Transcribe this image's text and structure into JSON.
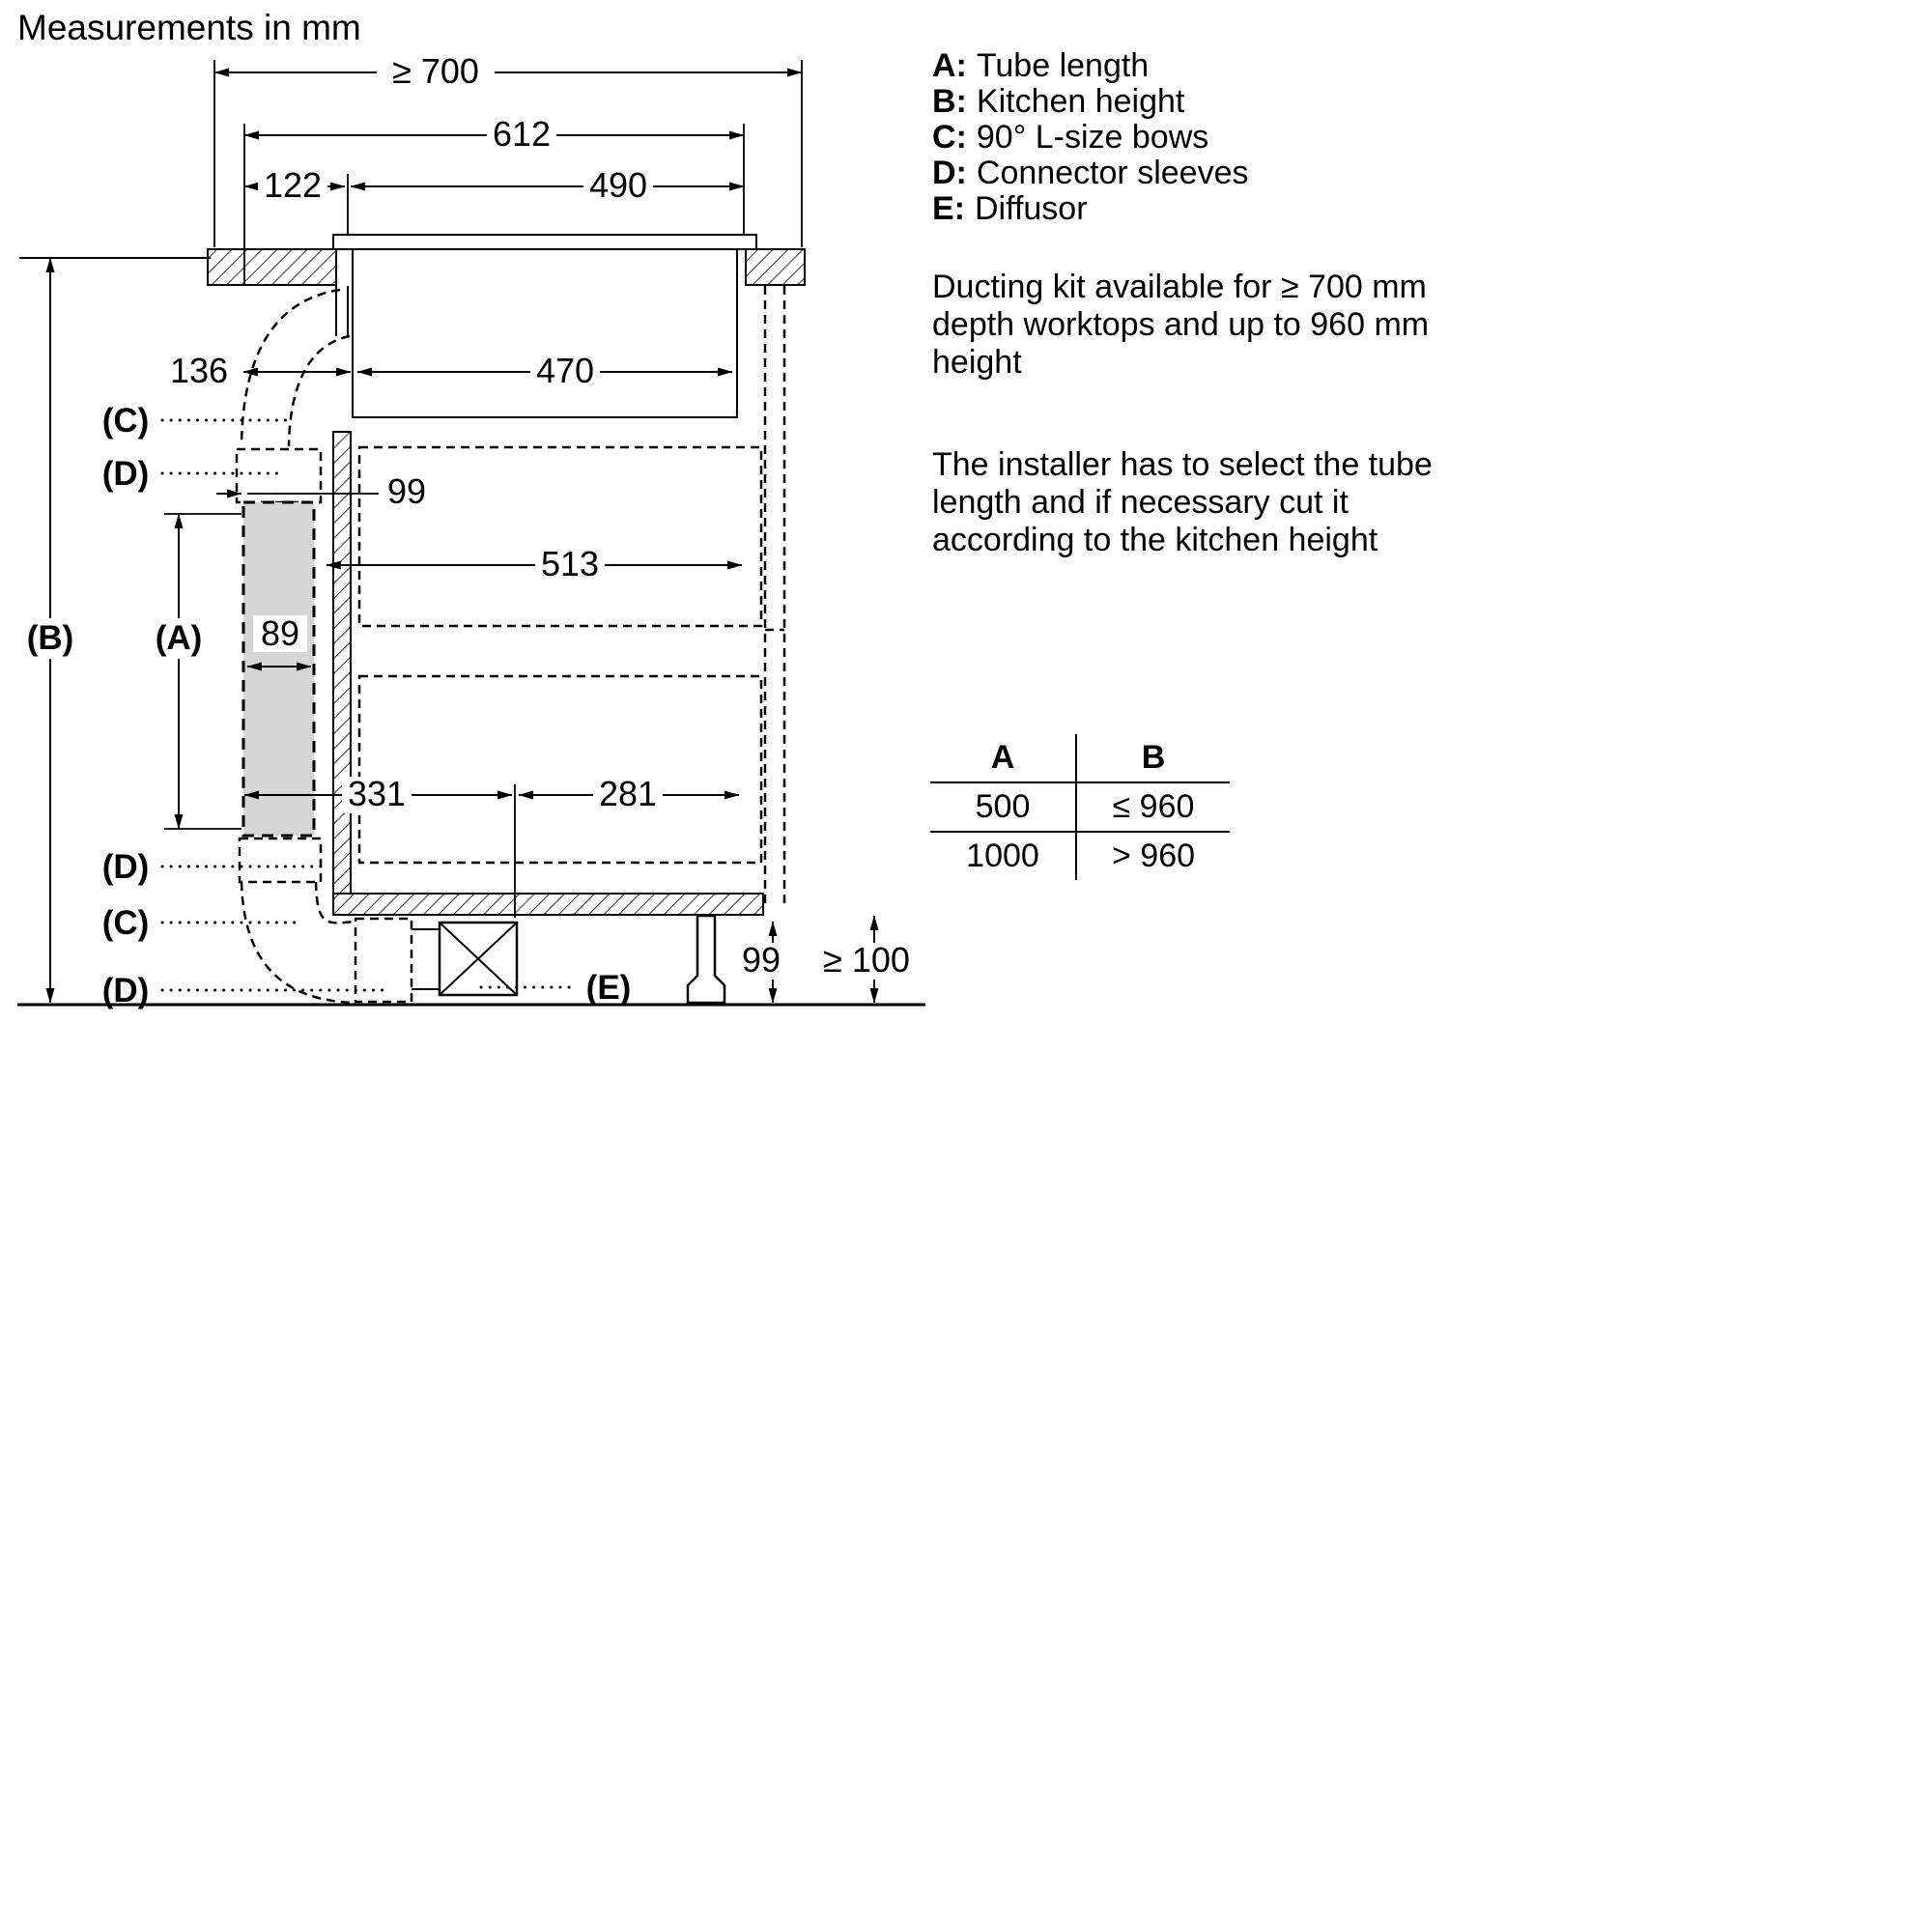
{
  "title": "Measurements in mm",
  "diagram": {
    "dims": {
      "depth_min": "≥ 700",
      "d612": "612",
      "d122": "122",
      "d490": "490",
      "d136": "136",
      "d470": "470",
      "d99_top": "99",
      "d513": "513",
      "d89": "89",
      "d331": "331",
      "d281": "281",
      "d99_bottom": "99",
      "clearance_min": "≥ 100"
    },
    "labels": {
      "A": "(A)",
      "B": "(B)",
      "C": "(C)",
      "D": "(D)",
      "E": "(E)"
    },
    "colors": {
      "tube_fill": "#d6d6d6",
      "line": "#000000"
    }
  },
  "legend": {
    "items": [
      {
        "key": "A:",
        "text": "Tube length"
      },
      {
        "key": "B:",
        "text": "Kitchen height"
      },
      {
        "key": "C:",
        "text": "90° L-size bows"
      },
      {
        "key": "D:",
        "text": "Connector sleeves"
      },
      {
        "key": "E:",
        "text": "Diffusor"
      }
    ]
  },
  "notes": {
    "p1": "Ducting kit available for ≥ 700 mm depth worktops and up to 960 mm height",
    "p2": "The installer has to select the tube length and if necessary cut it according to the kitchen height"
  },
  "table": {
    "headers": [
      "A",
      "B"
    ],
    "rows": [
      [
        "500",
        "≤ 960"
      ],
      [
        "1000",
        "> 960"
      ]
    ]
  }
}
